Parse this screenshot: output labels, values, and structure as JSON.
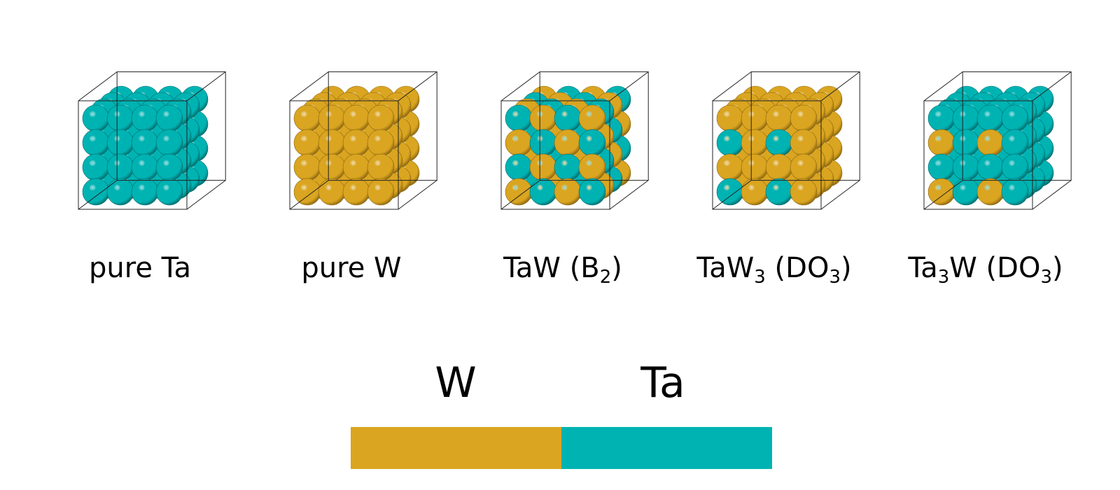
{
  "colors": {
    "W": "#DAA520",
    "Ta": "#00B3B3",
    "W_dark": "#8A6510",
    "Ta_dark": "#006B6B"
  },
  "structures": [
    {
      "id": "pure-ta",
      "label_parts": [
        {
          "t": "pure Ta"
        }
      ],
      "pattern": "pure-Ta"
    },
    {
      "id": "pure-w",
      "label_parts": [
        {
          "t": "pure W"
        }
      ],
      "pattern": "pure-W"
    },
    {
      "id": "taw-b2",
      "label_parts": [
        {
          "t": "TaW (B"
        },
        {
          "t": "2",
          "sub": true
        },
        {
          "t": ")"
        }
      ],
      "pattern": "B2"
    },
    {
      "id": "taw3-do3",
      "label_parts": [
        {
          "t": "TaW"
        },
        {
          "t": "3",
          "sub": true
        },
        {
          "t": " (DO"
        },
        {
          "t": "3",
          "sub": true
        },
        {
          "t": ")"
        }
      ],
      "pattern": "TaW3"
    },
    {
      "id": "ta3w-do3",
      "label_parts": [
        {
          "t": "Ta"
        },
        {
          "t": "3",
          "sub": true
        },
        {
          "t": "W (DO"
        },
        {
          "t": "3",
          "sub": true
        },
        {
          "t": ")"
        }
      ],
      "pattern": "Ta3W"
    }
  ],
  "legend": {
    "items": [
      {
        "name": "W",
        "color": "#DAA520"
      },
      {
        "name": "Ta",
        "color": "#00B3B3"
      }
    ]
  }
}
